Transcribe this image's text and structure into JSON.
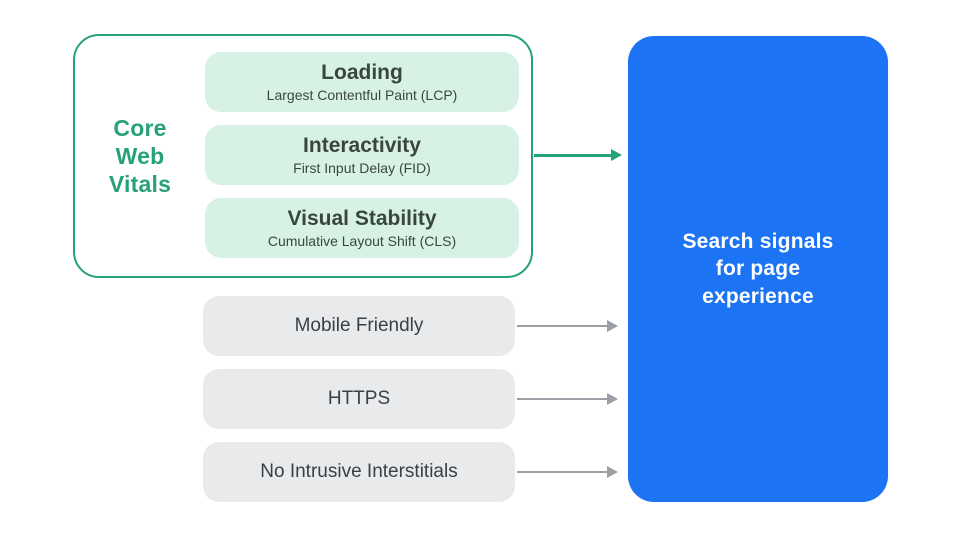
{
  "colors": {
    "green": "#27A177",
    "mint": "#D7F2E4",
    "blue": "#1C73F3",
    "gray-fill": "#E9EAEB",
    "gray-arrow": "#9AA0A6",
    "dark-text": "#3C4043",
    "pill-text": "#39463F"
  },
  "core_web_vitals": {
    "label": "Core\nWeb\nVitals",
    "items": [
      {
        "title": "Loading",
        "subtitle": "Largest Contentful Paint (LCP)"
      },
      {
        "title": "Interactivity",
        "subtitle": "First Input Delay (FID)"
      },
      {
        "title": "Visual Stability",
        "subtitle": "Cumulative Layout Shift (CLS)"
      }
    ]
  },
  "other_signals": [
    {
      "label": "Mobile Friendly"
    },
    {
      "label": "HTTPS"
    },
    {
      "label": "No Intrusive Interstitials"
    }
  ],
  "result_box": {
    "label": "Search signals\nfor page\nexperience"
  }
}
